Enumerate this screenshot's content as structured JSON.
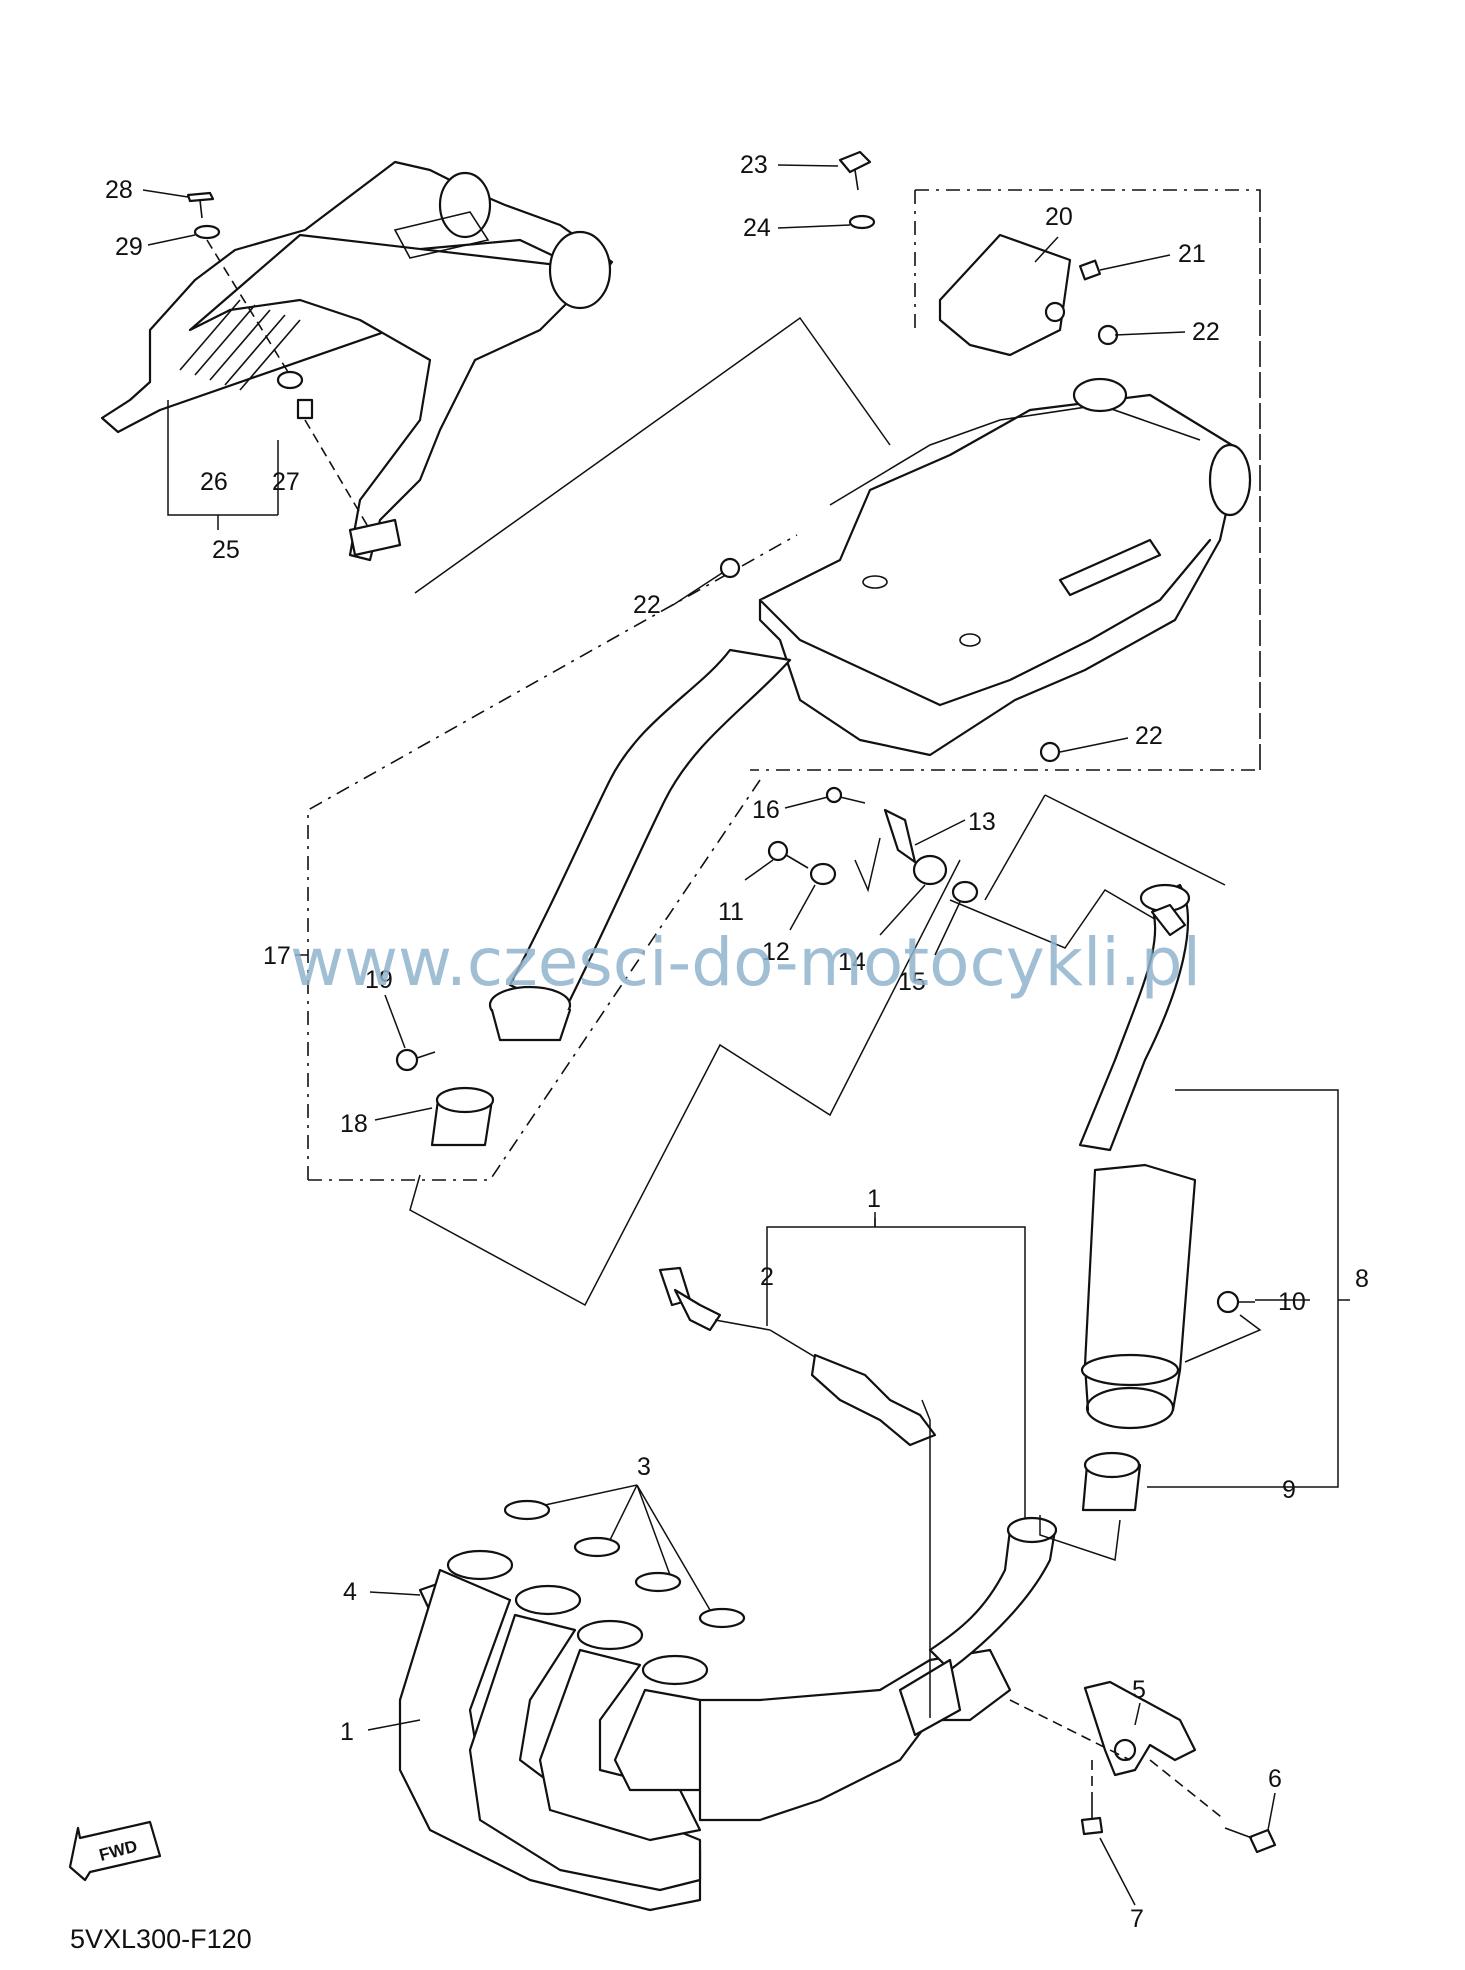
{
  "diagram_code": "5VXL300-F120",
  "watermark": "www.czesci-do-motocykli.pl",
  "fwd_label": "FWD",
  "callouts": {
    "n1_top": "1",
    "n1_bottom": "1",
    "n2": "2",
    "n3": "3",
    "n4": "4",
    "n5": "5",
    "n6": "6",
    "n7": "7",
    "n8": "8",
    "n9": "9",
    "n10": "10",
    "n11": "11",
    "n12": "12",
    "n13": "13",
    "n14": "14",
    "n15": "15",
    "n16": "16",
    "n17": "17",
    "n18": "18",
    "n19": "19",
    "n20": "20",
    "n21": "21",
    "n22a": "22",
    "n22b": "22",
    "n22c": "22",
    "n23": "23",
    "n24": "24",
    "n25": "25",
    "n26": "26",
    "n27": "27",
    "n28": "28",
    "n29": "29"
  },
  "colors": {
    "line": "#111111",
    "watermark": "#8fb3cc",
    "background": "#ffffff"
  }
}
